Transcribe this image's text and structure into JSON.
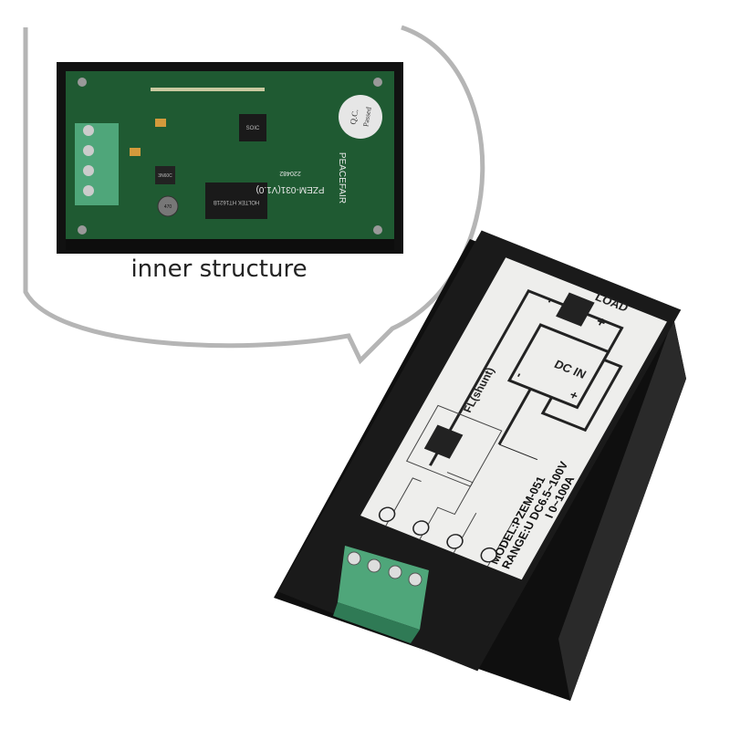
{
  "caption": "inner structure",
  "pcb": {
    "brand": "PEACEFAIR",
    "model": "PZEM-031(V1.0)",
    "code": "220482",
    "qc_sticker": [
      "Q.C.",
      "Passed"
    ],
    "chip_main": "HOLTEK HT1621B",
    "chip_mcu": "SOIC",
    "transistor": "3N60C",
    "capacitor": "470"
  },
  "label": {
    "load": "LOAD",
    "minus": "-",
    "plus": "+",
    "dc_in": "DC IN",
    "shunt": "FL(shunt)",
    "model": "MODEL:PZEM-051",
    "range_u": "RANGE:U DC6.5~100V",
    "range_i": "I 0~100A"
  },
  "colors": {
    "pcb_green": "#1f5a32",
    "terminal_green": "#4fa67a",
    "body_black": "#1a1a1a",
    "bubble_outline": "#b5b5b5"
  }
}
